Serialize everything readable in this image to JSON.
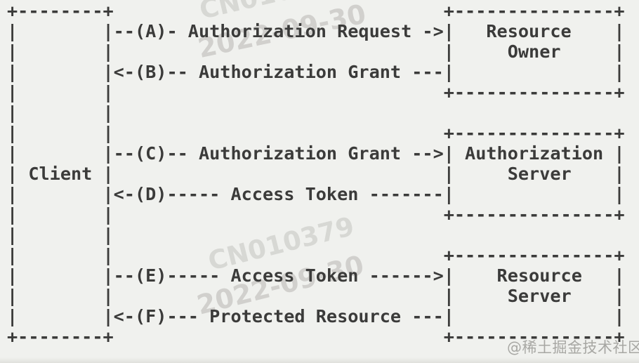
{
  "diagram": {
    "lines": [
      "+--------+                               +---------------+",
      "|        |--(A)- Authorization Request ->|   Resource    |",
      "|        |                               |     Owner     |",
      "|        |<-(B)-- Authorization Grant ---|               |",
      "|        |                               +---------------+",
      "|        |",
      "|        |                               +---------------+",
      "|        |--(C)-- Authorization Grant -->| Authorization |",
      "| Client |                               |     Server    |",
      "|        |<-(D)----- Access Token -------|               |",
      "|        |                               +---------------+",
      "|        |",
      "|        |                               +---------------+",
      "|        |--(E)----- Access Token ------>|    Resource   |",
      "|        |                               |     Server    |",
      "|        |<-(F)--- Protected Resource ---|               |",
      "+--------+                               +---------------+"
    ]
  },
  "watermarks": {
    "code": "CN010379",
    "date": "2022-09-30",
    "community": "@稀土掘金技术社区"
  },
  "colors": {
    "background": "#f0f1ee",
    "text": "#3b3b3a",
    "watermark_ghost": "#d7d6d3",
    "watermark_community": "#a3a29f"
  }
}
